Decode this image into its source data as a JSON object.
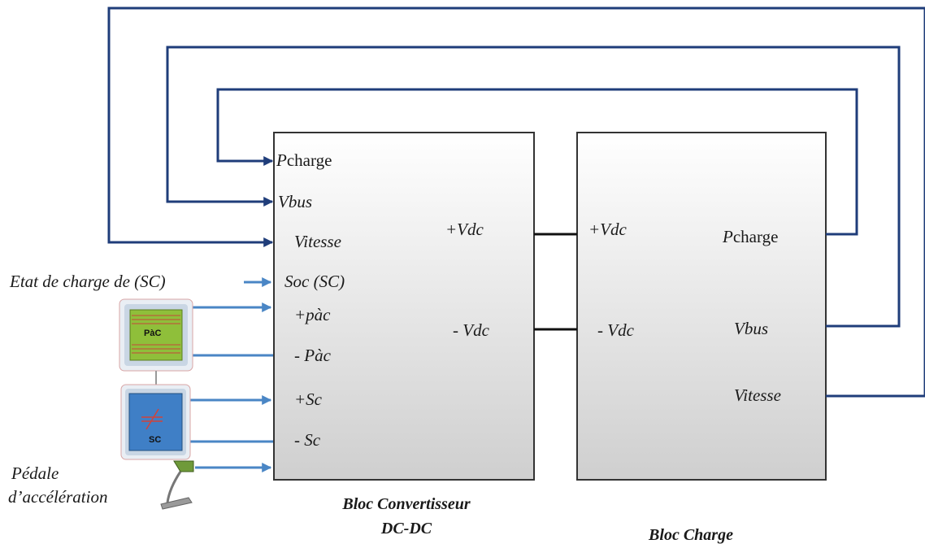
{
  "colors": {
    "feedback_wire": "#1f3d7a",
    "input_arrow": "#4a86c5",
    "bus_wire": "#111111",
    "block_border": "#333333",
    "block_fill_top": "#ffffff",
    "block_fill_bottom": "#cfcfcf",
    "pac_green": "#8fbf3a",
    "sc_blue": "#3f7fc6",
    "pedal_green": "#6f9a3a"
  },
  "converter": {
    "ports_in": {
      "pcharge_italic": "P",
      "pcharge_rest": "charge",
      "vbus": "Vbus",
      "vitesse": "Vitesse",
      "soc": "Soc (SC)",
      "pac_plus": "+pàc",
      "pac_minus": "- Pàc",
      "sc_plus": "+Sc",
      "sc_minus": "- Sc"
    },
    "ports_out": {
      "vdc_plus": "+Vdc",
      "vdc_minus": "- Vdc"
    },
    "caption_line1": "Bloc Convertisseur",
    "caption_line2": "DC-DC"
  },
  "charge": {
    "ports_in": {
      "vdc_plus": "+Vdc",
      "vdc_minus": "- Vdc"
    },
    "ports_out": {
      "pcharge_italic": "P",
      "pcharge_rest": "charge",
      "vbus": "Vbus",
      "vitesse": "Vitesse"
    },
    "caption": "Bloc Charge"
  },
  "external": {
    "soc_label": "Etat de charge de (SC)",
    "pedal_line1": "Pédale",
    "pedal_line2": "d’accélération",
    "pac_icon": "PàC",
    "sc_icon": "SC",
    "pac_icon_name": "fuel-cell-icon",
    "sc_icon_name": "supercapacitor-icon",
    "pedal_icon_name": "pedal-icon"
  }
}
